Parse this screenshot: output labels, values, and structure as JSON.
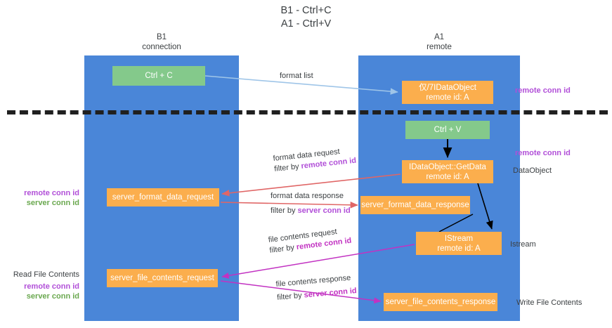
{
  "title": {
    "line1": "B1 - Ctrl+C",
    "line2": "A1 - Ctrl+V"
  },
  "columns": [
    {
      "name": "B1",
      "role": "connection"
    },
    {
      "name": "A1",
      "role": "remote"
    }
  ],
  "column_headers": {
    "b1_name": "B1",
    "b1_role": "connection",
    "a1_name": "A1",
    "a1_role": "remote"
  },
  "nodes": [
    {
      "id": "ctrl-c",
      "label": "Ctrl + C",
      "sub": "",
      "color": "#84c98b",
      "lane": "B1"
    },
    {
      "id": "idataobject",
      "label": "仅/7IDataObject",
      "sub": "remote id: A",
      "color": "#fbae4d",
      "lane": "A1"
    },
    {
      "id": "ctrl-v",
      "label": "Ctrl + V",
      "sub": "",
      "color": "#84c98b",
      "lane": "A1"
    },
    {
      "id": "idataobject-getdata",
      "label": "IDataObject::GetData",
      "sub": "remote id: A",
      "color": "#fbae4d",
      "lane": "A1"
    },
    {
      "id": "server-format-data-request",
      "label": "server_format_data_request",
      "sub": "",
      "color": "#fbae4d",
      "lane": "B1"
    },
    {
      "id": "server-format-data-response",
      "label": "server_format_data_response",
      "sub": "",
      "color": "#fbae4d",
      "lane": "A1"
    },
    {
      "id": "istream",
      "label": "IStream",
      "sub": "remote id: A",
      "color": "#fbae4d",
      "lane": "A1"
    },
    {
      "id": "server-file-contents-request",
      "label": "server_file_contents_request",
      "sub": "",
      "color": "#fbae4d",
      "lane": "B1"
    },
    {
      "id": "server-file-contents-response",
      "label": "server_file_contents_response",
      "sub": "",
      "color": "#fbae4d",
      "lane": "A1"
    }
  ],
  "node_labels": {
    "ctrl_c": "Ctrl + C",
    "idataobject_l1": "仅/7IDataObject",
    "idataobject_l2": "remote id: A",
    "ctrl_v": "Ctrl + V",
    "getdata_l1": "IDataObject::GetData",
    "getdata_l2": "remote id: A",
    "server_format_data_request": "server_format_data_request",
    "server_format_data_response": "server_format_data_response",
    "istream_l1": "IStream",
    "istream_l2": "remote id: A",
    "server_file_contents_request": "server_file_contents_request",
    "server_file_contents_response": "server_file_contents_response"
  },
  "edges": [
    {
      "id": "format-list",
      "label": "format list",
      "filter": "",
      "filter_prefix": "",
      "color": "#9fc5e8",
      "from": "ctrl-c",
      "to": "idataobject"
    },
    {
      "id": "format-data-request",
      "label": "format data request",
      "filter_prefix": "filter by ",
      "filter": "remote conn id",
      "filter_color": "#b14fd8",
      "color": "#e06666",
      "from": "idataobject-getdata",
      "to": "server-format-data-request"
    },
    {
      "id": "format-data-response",
      "label": "format data response",
      "filter_prefix": "filter by ",
      "filter": "server conn id",
      "filter_color": "#b14fd8",
      "color": "#e06666",
      "from": "server-format-data-request",
      "to": "server-format-data-response"
    },
    {
      "id": "file-contents-request",
      "label": "file contents request",
      "filter_prefix": "filter by ",
      "filter": "remote conn id",
      "filter_color": "#c232c2",
      "color": "#c232c2",
      "from": "istream",
      "to": "server-file-contents-request"
    },
    {
      "id": "file-contents-response",
      "label": "file contents response",
      "filter_prefix": "filter by ",
      "filter": "server conn id",
      "filter_color": "#c232c2",
      "color": "#c232c2",
      "from": "server-file-contents-request",
      "to": "server-file-contents-response"
    }
  ],
  "edge_labels": {
    "format_list": "format list",
    "format_data_request": "format data request",
    "format_data_request_filter_prefix": "filter by ",
    "format_data_request_filter": "remote conn id",
    "format_data_response": "format data response",
    "format_data_response_filter_prefix": "filter by ",
    "format_data_response_filter": "server conn id",
    "file_contents_request": "file contents request",
    "file_contents_request_filter_prefix": "filter by ",
    "file_contents_request_filter": "remote conn id",
    "file_contents_response": "file contents response",
    "file_contents_response_filter_prefix": "filter by ",
    "file_contents_response_filter": "server conn id"
  },
  "annotations": {
    "right": {
      "remote_conn_id_top": "remote conn id",
      "remote_conn_id_mid": "remote conn id",
      "dataobject": "DataObject",
      "istream": "Istream",
      "write_file_contents": "Write File Contents"
    },
    "left": {
      "remote_conn_id_1": "remote conn id",
      "server_conn_id_1": "server conn id",
      "read_file_contents": "Read File Contents",
      "remote_conn_id_2": "remote conn id",
      "server_conn_id_2": "server conn id"
    }
  },
  "colors": {
    "lane": "#4a86d8",
    "node_green": "#84c98b",
    "node_orange": "#fbae4d",
    "accent_purple": "#b14fd8",
    "accent_green": "#6aa84f",
    "accent_magenta": "#c232c2",
    "accent_red": "#e06666",
    "accent_lightblue": "#9fc5e8",
    "divider": "#202020",
    "text": "#3c4043",
    "background": "#ffffff"
  }
}
